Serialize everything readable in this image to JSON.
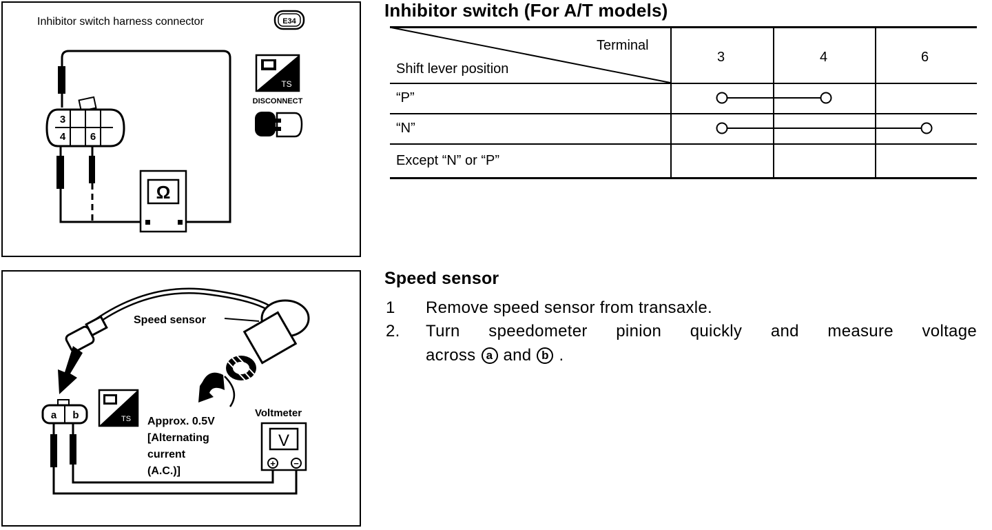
{
  "diagram1": {
    "caption": "Inhibitor switch harness connector",
    "connector_code": "E34",
    "pins": [
      "3",
      "4",
      "6"
    ],
    "meter_symbol": "Ω",
    "ts_label": "TS",
    "disconnect_label": "DISCONNECT"
  },
  "inhibitor": {
    "title": "Inhibitor switch (For A/T models)",
    "header_terminal": "Terminal",
    "header_position": "Shift lever position",
    "terminals": [
      "3",
      "4",
      "6"
    ],
    "rows": [
      {
        "position": "“P”",
        "connects": [
          "3",
          "4"
        ]
      },
      {
        "position": "“N”",
        "connects": [
          "3",
          "6"
        ]
      },
      {
        "position": "Except “N” or “P”",
        "connects": []
      }
    ]
  },
  "diagram2": {
    "sensor_label": "Speed sensor",
    "pin_a": "a",
    "pin_b": "b",
    "ts_label": "TS",
    "approx_lines": [
      "Approx. 0.5V",
      "[Alternating",
      "current",
      "(A.C.)]"
    ],
    "voltmeter_label": "Voltmeter",
    "meter_symbol": "V",
    "plus": "+",
    "minus": "−"
  },
  "speed": {
    "title": "Speed sensor",
    "steps": [
      {
        "num": "1",
        "text": "Remove speed sensor from transaxle."
      },
      {
        "num": "2.",
        "text": "Turn speedometer pinion quickly and measure voltage"
      }
    ],
    "across_prefix": "across",
    "across_and": "and",
    "across_suffix": ".",
    "circled_a": "a",
    "circled_b": "b"
  }
}
